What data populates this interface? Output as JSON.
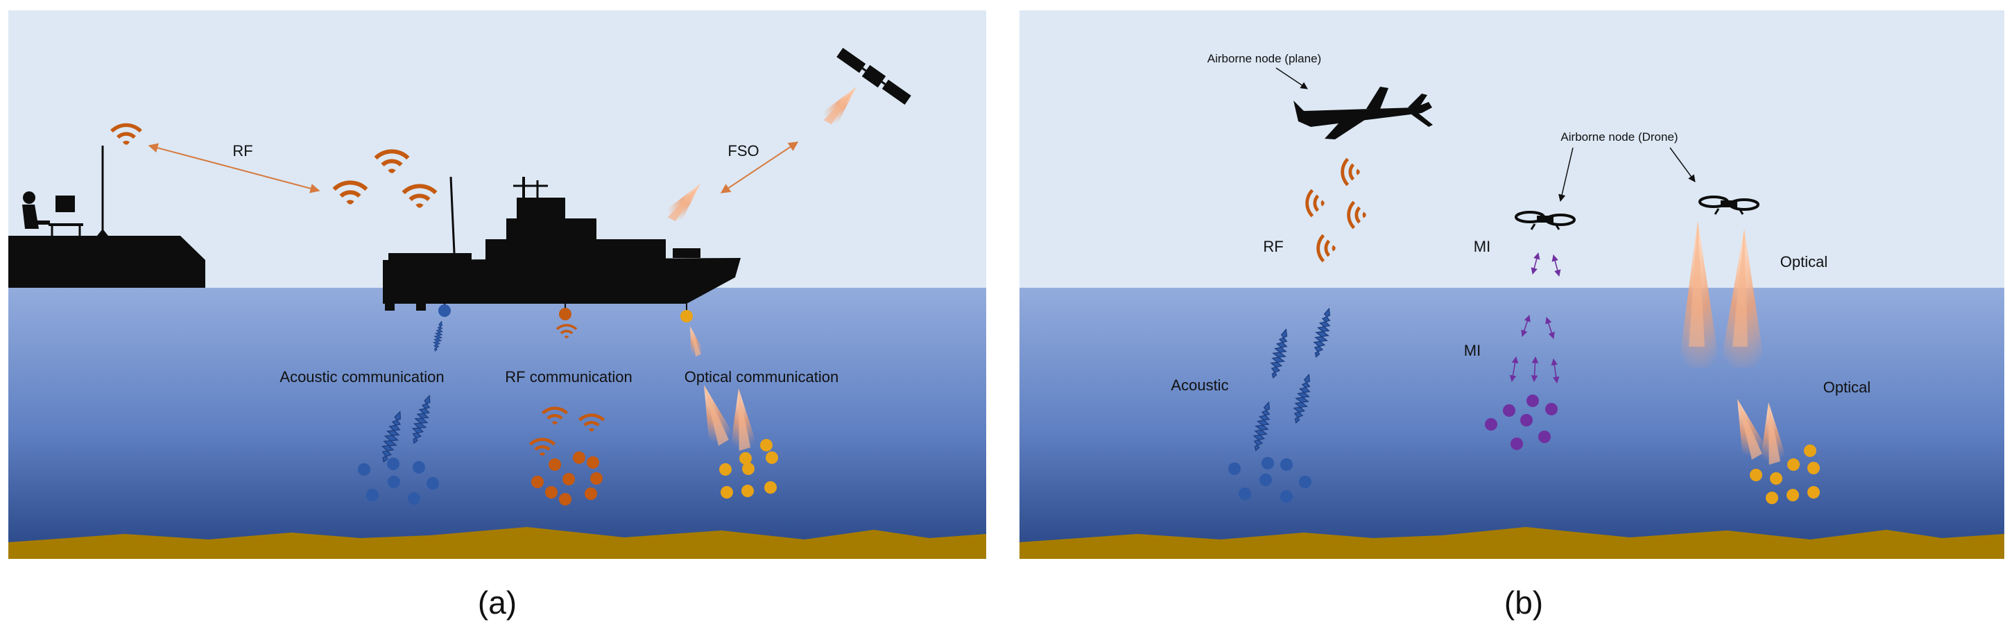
{
  "panel_a": {
    "caption": "(a)",
    "labels": {
      "rf": "RF",
      "fso": "FSO",
      "acoustic": "Acoustic communication",
      "rf_comm": "RF communication",
      "optical": "Optical communication"
    }
  },
  "panel_b": {
    "caption": "(b)",
    "labels": {
      "plane": "Airborne node (plane)",
      "drone": "Airborne node (Drone)",
      "rf": "RF",
      "mi_air": "MI",
      "optical_air": "Optical",
      "acoustic": "Acoustic",
      "mi_water": "MI",
      "optical_water": "Optical"
    }
  },
  "colors": {
    "sky": "#dde8f4",
    "water_top": "#8faadc",
    "water_bottom": "#2f4e8e",
    "seabed": "#a67c00",
    "acoustic": "#2e5aa8",
    "rf": "#c55a11",
    "optical": "#e8a317",
    "mi": "#7030a0",
    "silhouette": "#0d0d0d"
  }
}
